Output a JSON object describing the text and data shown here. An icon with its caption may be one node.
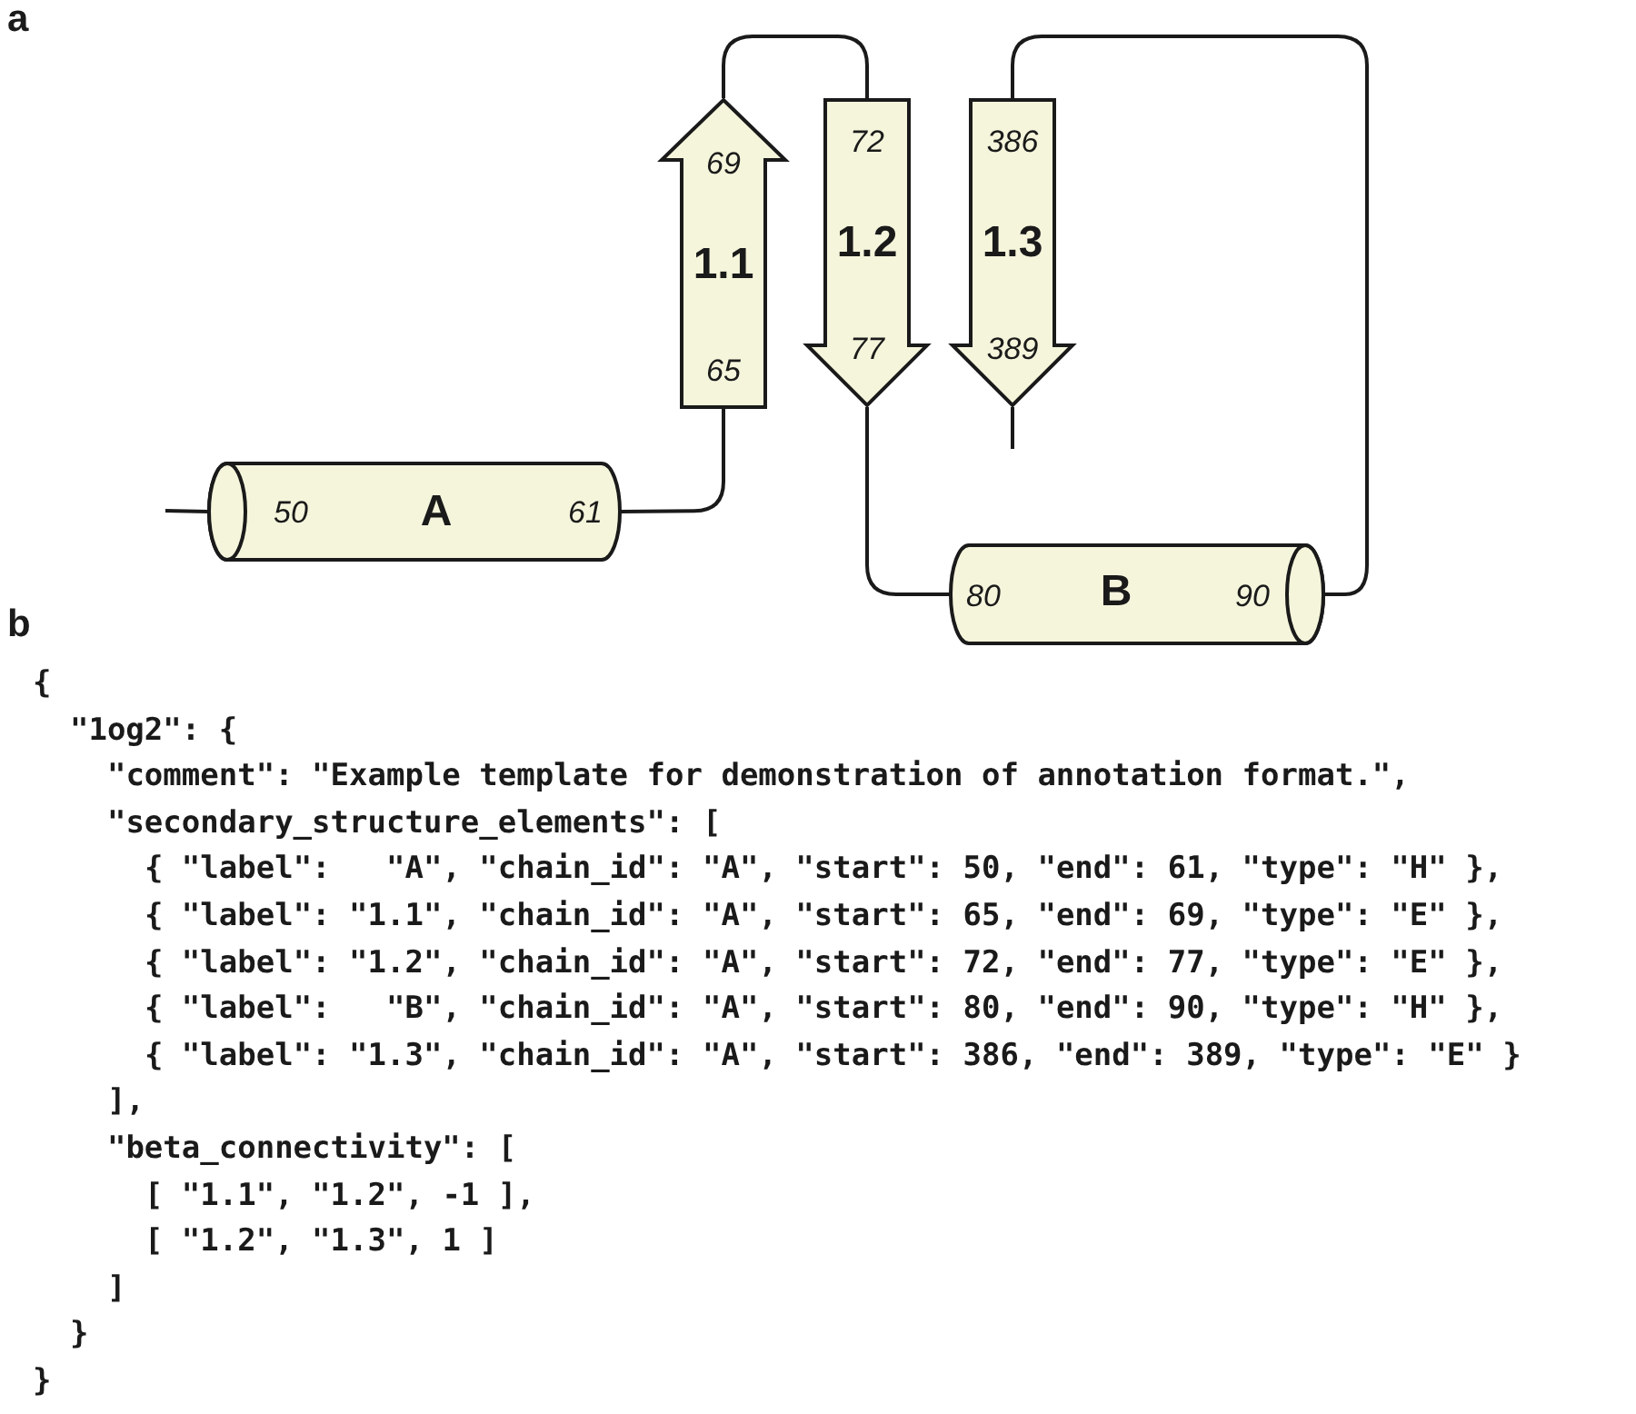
{
  "diagram": {
    "nodes": [
      {
        "text": [
          "50",
          "A",
          "61"
        ]
      },
      {
        "text": [
          "69",
          "1.1",
          "65"
        ]
      },
      {
        "text": [
          "72",
          "1.2",
          "77"
        ]
      },
      {
        "text": [
          "386",
          "1.3",
          "389"
        ]
      },
      {
        "text": [
          "80",
          "B",
          "90"
        ]
      }
    ],
    "edges": [
      {
        "from": null,
        "to": 0,
        "arrow": "none"
      },
      {
        "from": 0,
        "to": 1,
        "arrow": "none"
      },
      {
        "from": 1,
        "to": 2,
        "arrow": "none"
      },
      {
        "from": 2,
        "to": 4,
        "arrow": "none"
      },
      {
        "from": 4,
        "to": 3,
        "arrow": "none"
      },
      {
        "from": 3,
        "to": null,
        "arrow": "none"
      }
    ],
    "labels": [
      "a",
      "b",
      "{",
      "\"1og2\": {",
      "\"comment\": \"Example template for demonstration of annotation format.\",",
      "\"secondary_structure_elements\": [",
      "{ \"label\":   \"A\", \"chain_id\": \"A\", \"start\": 50, \"end\": 61, \"type\": \"H\" },",
      "{ \"label\": \"1.1\", \"chain_id\": \"A\", \"start\": 65, \"end\": 69, \"type\": \"E\" },",
      "{ \"label\": \"1.2\", \"chain_id\": \"A\", \"start\": 72, \"end\": 77, \"type\": \"E\" },",
      "{ \"label\":   \"B\", \"chain_id\": \"A\", \"start\": 80, \"end\": 90, \"type\": \"H\" },",
      "{ \"label\": \"1.3\", \"chain_id\": \"A\", \"start\": 386, \"end\": 389, \"type\": \"E\" }",
      "],",
      "\"beta_connectivity\": [",
      "[ \"1.1\", \"1.2\", -1 ],",
      "[ \"1.2\", \"1.3\", 1 ]",
      "]",
      "}",
      "}"
    ]
  }
}
